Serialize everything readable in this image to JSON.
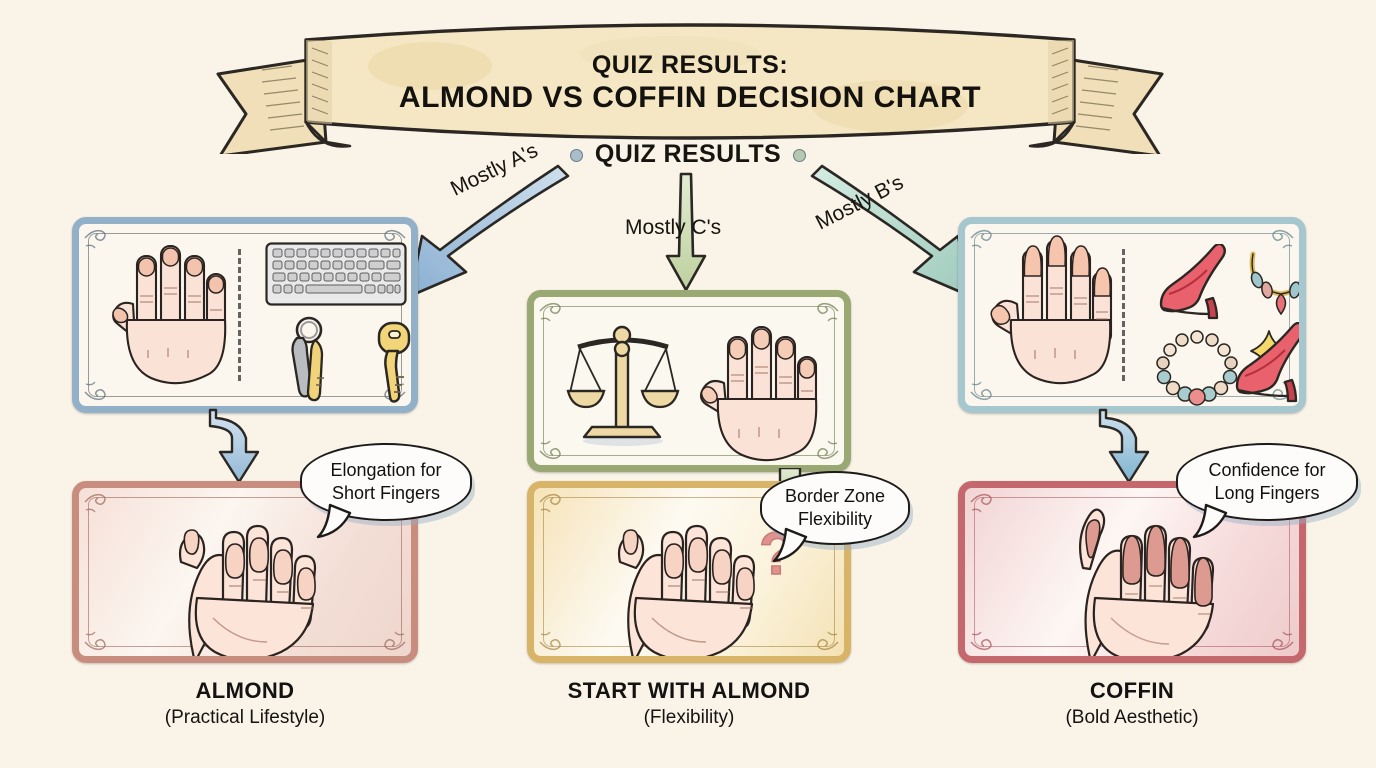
{
  "page": {
    "background_color": "#faf4e8",
    "banner_color": "#f0dfb8",
    "ink_color": "#1d1b19"
  },
  "banner": {
    "line1": "QUIZ RESULTS:",
    "line2": "ALMOND VS COFFIN DECISION CHART"
  },
  "subtitle": {
    "text": "QUIZ RESULTS",
    "left_dot_color": "#a9bdcb",
    "right_dot_color": "#b4c9af"
  },
  "branches": [
    {
      "id": "left",
      "arrow_label": "Mostly A's",
      "arrow_color": "#8fb3d1",
      "arrow_direction": "down-left",
      "top_card": {
        "border_color": "#93b0c9",
        "left_icon": "hand-short-nails-icon",
        "right_icons": [
          "keyboard-icon",
          "keyring-keys-icon",
          "key-icon"
        ]
      },
      "connector_color": "#9bbcd8",
      "bottom_card": {
        "border_color": "#c98d80",
        "icon": "hand-almond-nails-icon"
      },
      "bubble": "Elongation for Short Fingers",
      "result_title": "ALMOND",
      "result_subtitle": "(Practical Lifestyle)"
    },
    {
      "id": "center",
      "arrow_label": "Mostly C's",
      "arrow_color": "#c3d3a4",
      "arrow_direction": "down",
      "top_card": {
        "border_color": "#9aa874",
        "left_icon": "balance-scale-icon",
        "right_icons": [
          "hand-medium-nails-icon"
        ]
      },
      "connector_color": "#c3d3a4",
      "bottom_card": {
        "border_color": "#d8b469",
        "icon": "hand-almond-nails-question-icon",
        "question_mark": "?"
      },
      "bubble": "Border Zone Flexibility",
      "result_title": "START WITH ALMOND",
      "result_subtitle": "(Flexibility)"
    },
    {
      "id": "right",
      "arrow_label": "Mostly B's",
      "arrow_color": "#a9cfc3",
      "arrow_direction": "down-right",
      "top_card": {
        "border_color": "#a7c7ce",
        "left_icon": "hand-long-nails-icon",
        "right_icons": [
          "high-heel-icon",
          "necklace-icon",
          "pearl-bracelet-icon",
          "sparkle-icon",
          "high-heel-icon"
        ]
      },
      "connector_color": "#7fb3cf",
      "bottom_card": {
        "border_color": "#c4686d",
        "icon": "hand-coffin-nails-icon"
      },
      "bubble": "Confidence for Long Fingers",
      "result_title": "COFFIN",
      "result_subtitle": "(Bold Aesthetic)"
    }
  ]
}
